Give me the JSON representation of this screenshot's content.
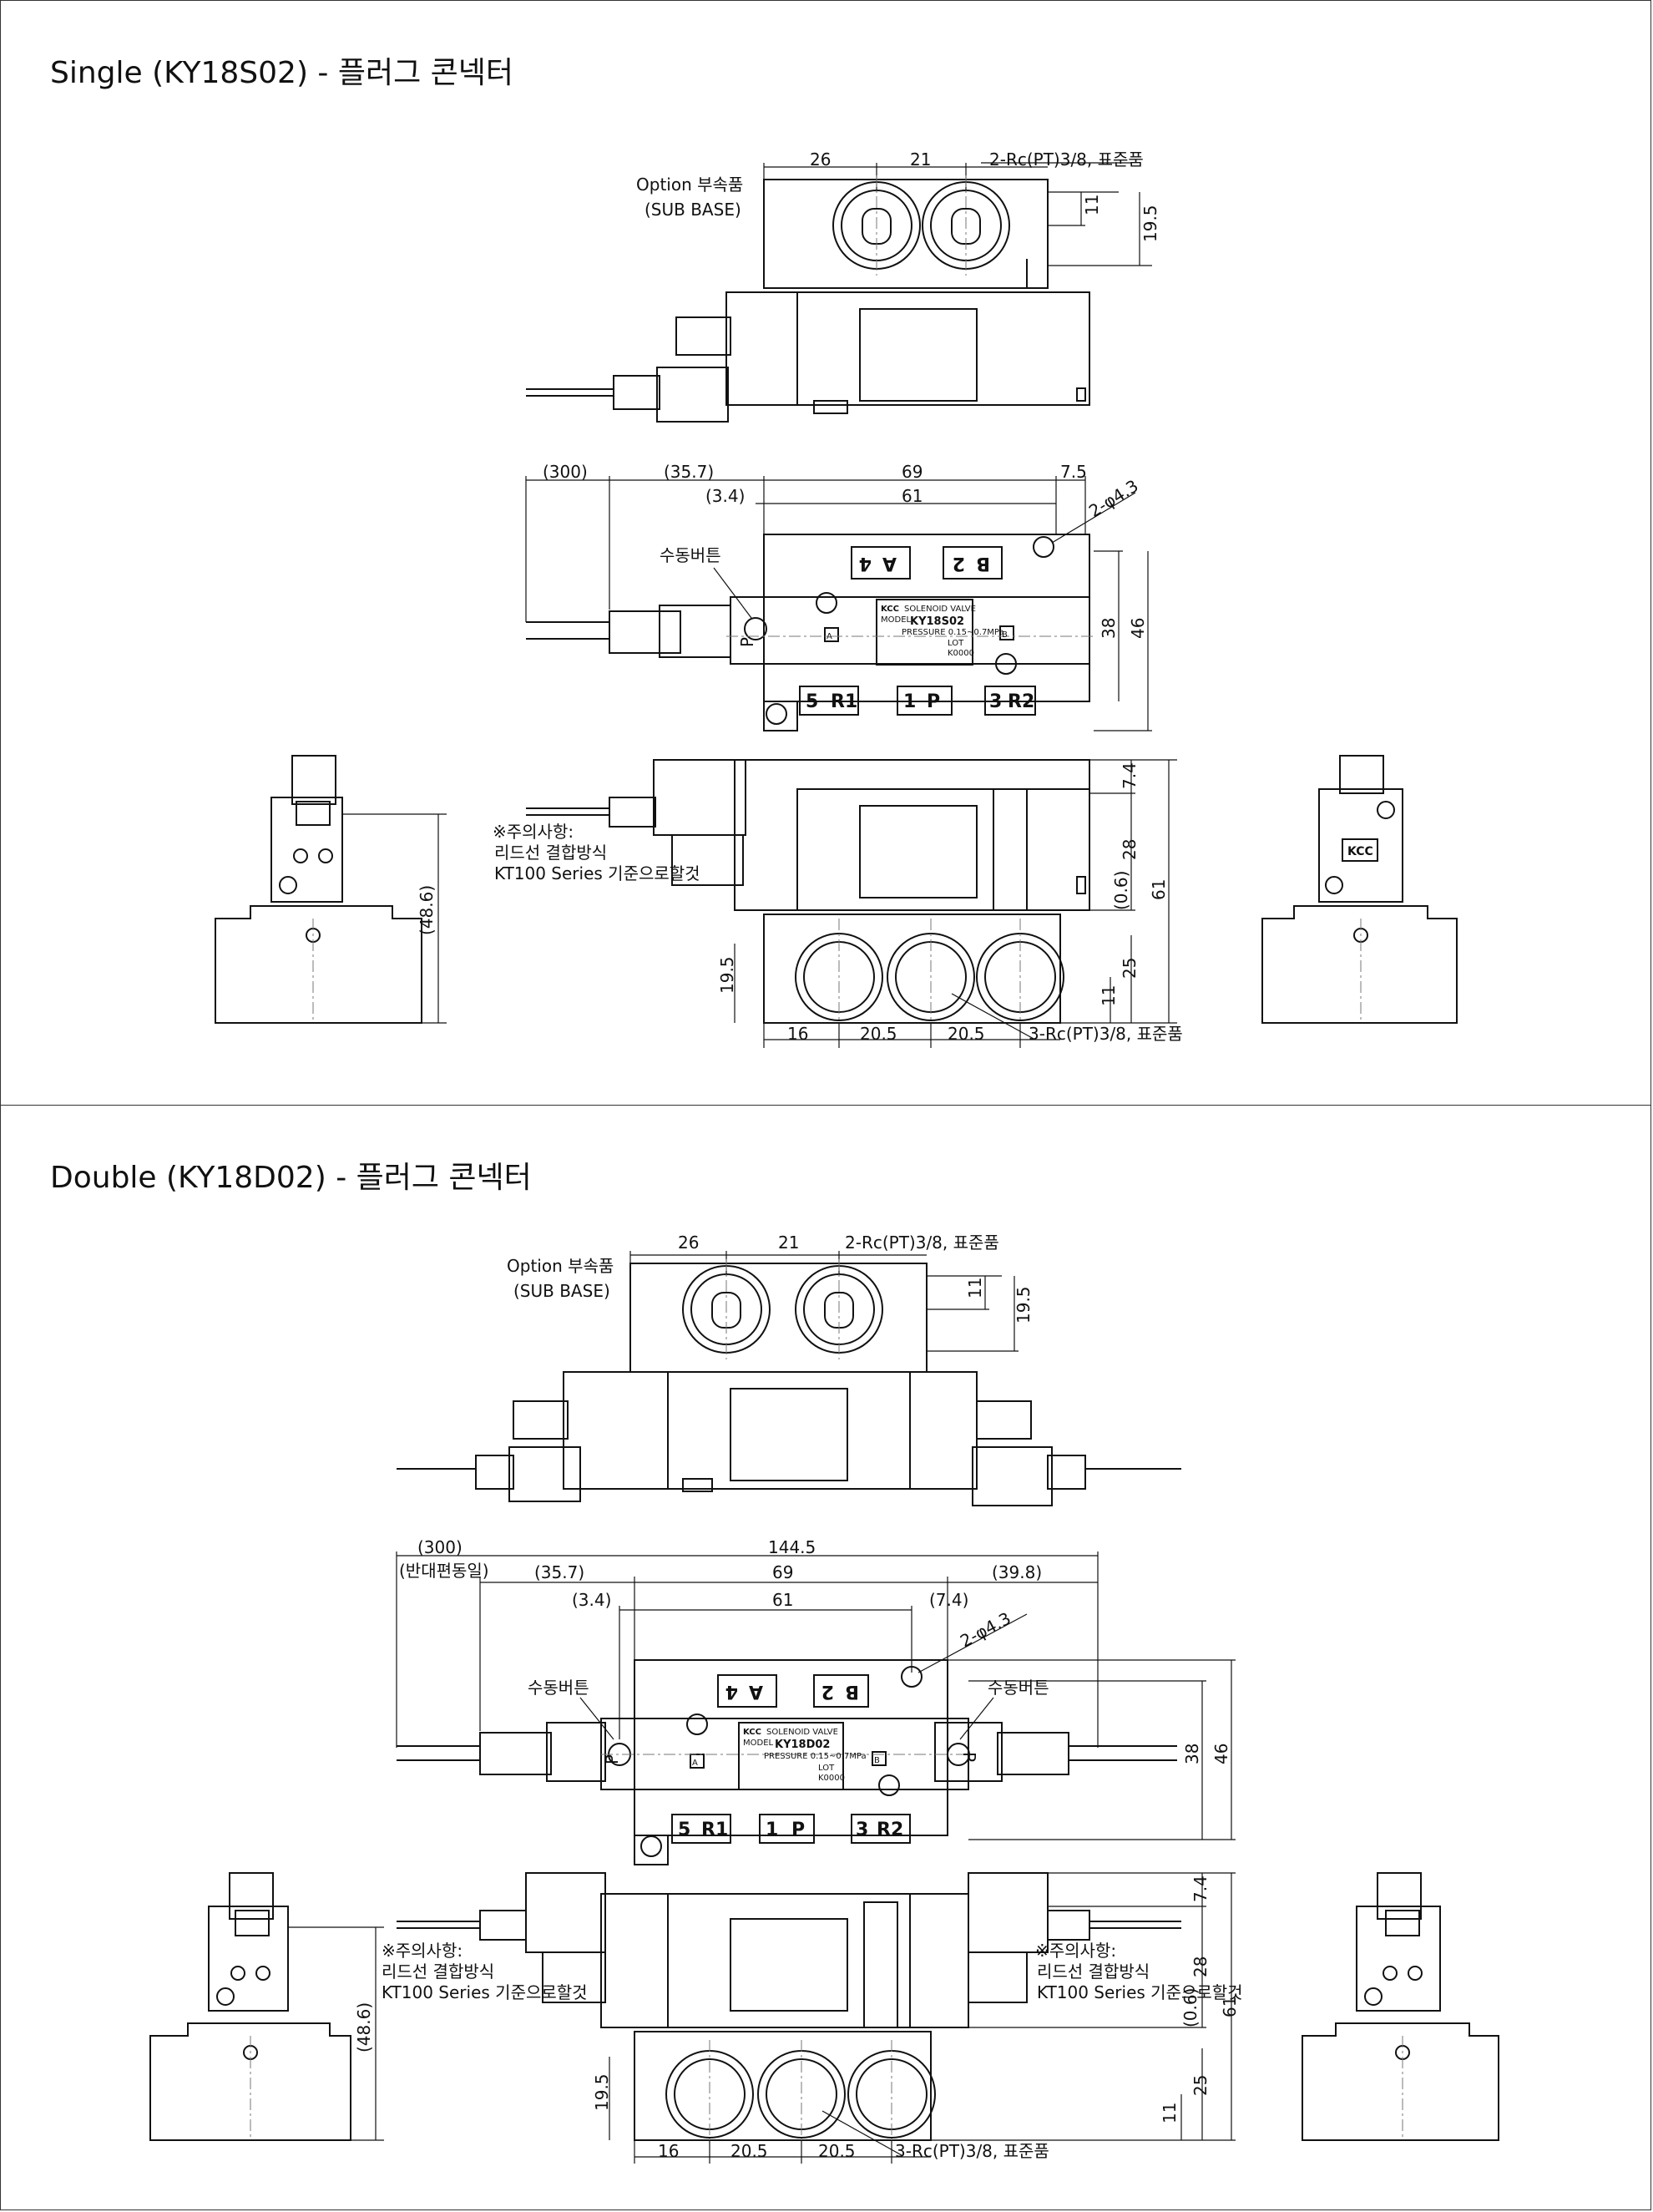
{
  "single": {
    "title": "Single (KY18S02) - 플러그 콘넥터",
    "model": "KY18S02",
    "brand": "KCC",
    "nameplate": "SOLENOID VALVE",
    "model_caption": "MODEL",
    "pressure": "PRESSURE 0.15~0.7MPa",
    "lot": "LOT",
    "lot_code": "K0000",
    "option_label": "Option 부속품",
    "sub_base": "(SUB BASE)",
    "port_top": "2-Rc(PT)3/8, 표준품",
    "port_bottom": "3-Rc(PT)3/8, 표준품",
    "manual_button": "수동버튼",
    "hole": "2-φ4.3",
    "note_title": "※주의사항:",
    "note_line1": "리드선 결합방식",
    "note_line2": "KT100 Series 기준으로할것",
    "ports": [
      "4",
      "A",
      "2",
      "B",
      "5",
      "R1",
      "1",
      "P",
      "3",
      "R2"
    ],
    "marks": {
      "a": "A",
      "b": "B",
      "p": "P"
    },
    "dims": {
      "top_w1": "26",
      "top_w2": "21",
      "top_h1": "11",
      "top_h2": "19.5",
      "d300": "(300)",
      "d357": "(35.7)",
      "d69": "69",
      "d75": "7.5",
      "d34": "(3.4)",
      "d61": "61",
      "d38": "38",
      "d46": "46",
      "d74": "7.4",
      "d28": "28",
      "d06": "(0.6)",
      "d61b": "61",
      "d486": "(48.6)",
      "d195": "19.5",
      "d25": "25",
      "d11": "11",
      "d16": "16",
      "d205a": "20.5",
      "d205b": "20.5"
    }
  },
  "double": {
    "title": "Double (KY18D02) - 플러그 콘넥터",
    "model": "KY18D02",
    "brand": "KCC",
    "nameplate": "SOLENOID VALVE",
    "model_caption": "MODEL",
    "pressure": "PRESSURE 0.15~0.7MPa",
    "lot": "LOT",
    "lot_code": "K0000",
    "option_label": "Option 부속품",
    "sub_base": "(SUB BASE)",
    "port_top": "2-Rc(PT)3/8, 표준품",
    "port_bottom": "3-Rc(PT)3/8, 표준품",
    "manual_button_left": "수동버튼",
    "manual_button_right": "수동버튼",
    "hole": "2-φ4.3",
    "opposite_same": "(반대편동일)",
    "note_title": "※주의사항:",
    "note_line1": "리드선 결합방식",
    "note_line2": "KT100 Series 기준으로할것",
    "note2_title": "※주의사항:",
    "note2_line1": "리드선 결합방식",
    "note2_line2": "KT100 Series 기준으로할것",
    "ports": [
      "4",
      "A",
      "2",
      "B",
      "5",
      "R1",
      "1",
      "P",
      "3",
      "R2"
    ],
    "marks": {
      "a": "A",
      "b": "B",
      "pl": "P",
      "pr": "P"
    },
    "dims": {
      "top_w1": "26",
      "top_w2": "21",
      "top_h1": "11",
      "top_h2": "19.5",
      "d300": "(300)",
      "d1445": "144.5",
      "d357": "(35.7)",
      "d69": "69",
      "d398": "(39.8)",
      "d34": "(3.4)",
      "d61": "61",
      "d74p": "(7.4)",
      "d38": "38",
      "d46": "46",
      "d74": "7.4",
      "d28": "28",
      "d06": "(0.6)",
      "d61b": "61",
      "d486": "(48.6)",
      "d195": "19.5",
      "d25": "25",
      "d11": "11",
      "d16": "16",
      "d205a": "20.5",
      "d205b": "20.5"
    }
  }
}
